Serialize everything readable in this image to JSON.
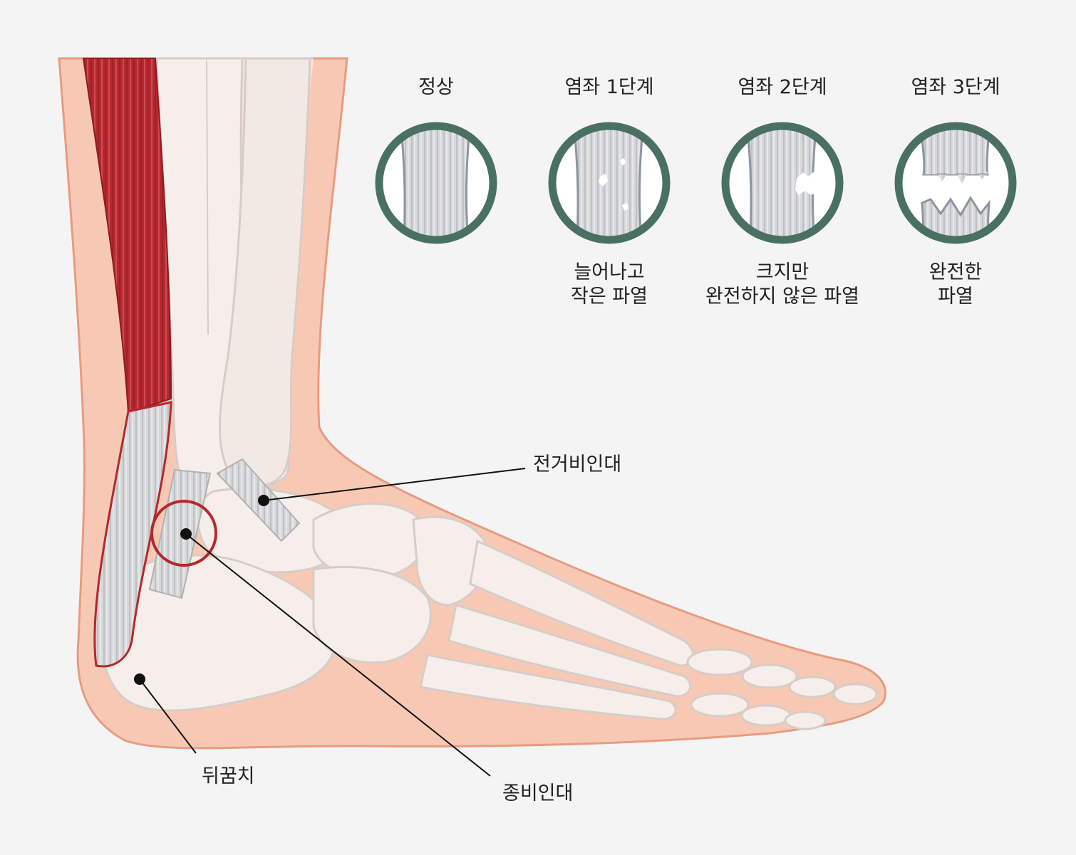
{
  "stages": [
    {
      "title": "정상",
      "desc": []
    },
    {
      "title": "염좌 1단계",
      "desc": [
        "늘어나고",
        "작은 파열"
      ]
    },
    {
      "title": "염좌 2단계",
      "desc": [
        "크지만",
        "완전하지 않은 파열"
      ]
    },
    {
      "title": "염좌 3단계",
      "desc": [
        "완전한",
        "파열"
      ]
    }
  ],
  "callouts": {
    "atfl": "전거비인대",
    "cfl": "종비인대",
    "heel": "뒤꿈치"
  },
  "colors": {
    "ring": "#4a7063",
    "skin": "#f7c9b5",
    "skin_edge": "#e89b80",
    "bone": "#f6eeea",
    "bone_edge": "#d6cdc8",
    "muscle": "#b5282e",
    "tendon": "#d9dadc",
    "highlight_ring": "#b5282e"
  }
}
